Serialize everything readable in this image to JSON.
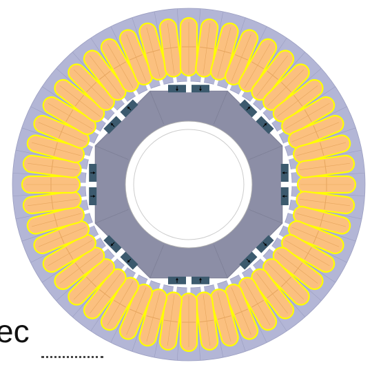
{
  "figure": {
    "description_text": "ec",
    "colors": {
      "stator_iron": "#b3b6d6",
      "stator_slot_line": "#9a9dc0",
      "winding_fill": "#fbc07f",
      "winding_outline": "#ffff00",
      "winding_divider": "#e6a55e",
      "rotor_iron": "#8c8ea6",
      "rotor_divider": "#7d7f96",
      "magnet": "#3c5a6e",
      "magnet_arrow": "#000000",
      "shaft": "#ffffff",
      "shaft_ring": "#cccccc"
    },
    "stator": {
      "slot_count": 48
    },
    "rotor": {
      "pole_count": 8,
      "magnets_per_pole": 2
    }
  }
}
